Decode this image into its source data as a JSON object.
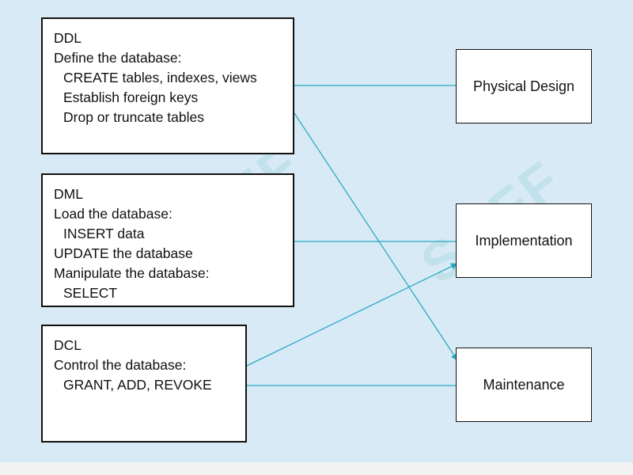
{
  "colors": {
    "background": "#d9eaf7",
    "arrow": "#2aa9c0",
    "box_border": "#111111"
  },
  "sources": {
    "ddl": {
      "title": "DDL",
      "lines": [
        "Define the database:",
        "CREATE tables, indexes, views",
        "Establish foreign keys",
        "Drop or truncate tables"
      ]
    },
    "dml": {
      "title": "DML",
      "lines": [
        "Load the database:",
        "INSERT data",
        "UPDATE the database",
        "Manipulate the database:",
        "SELECT"
      ]
    },
    "dcl": {
      "title": "DCL",
      "lines": [
        "Control the database:",
        "GRANT, ADD, REVOKE"
      ]
    }
  },
  "targets": {
    "physical": "Physical Design",
    "implementation": "Implementation",
    "maintenance": "Maintenance"
  },
  "watermark": "SOFF"
}
